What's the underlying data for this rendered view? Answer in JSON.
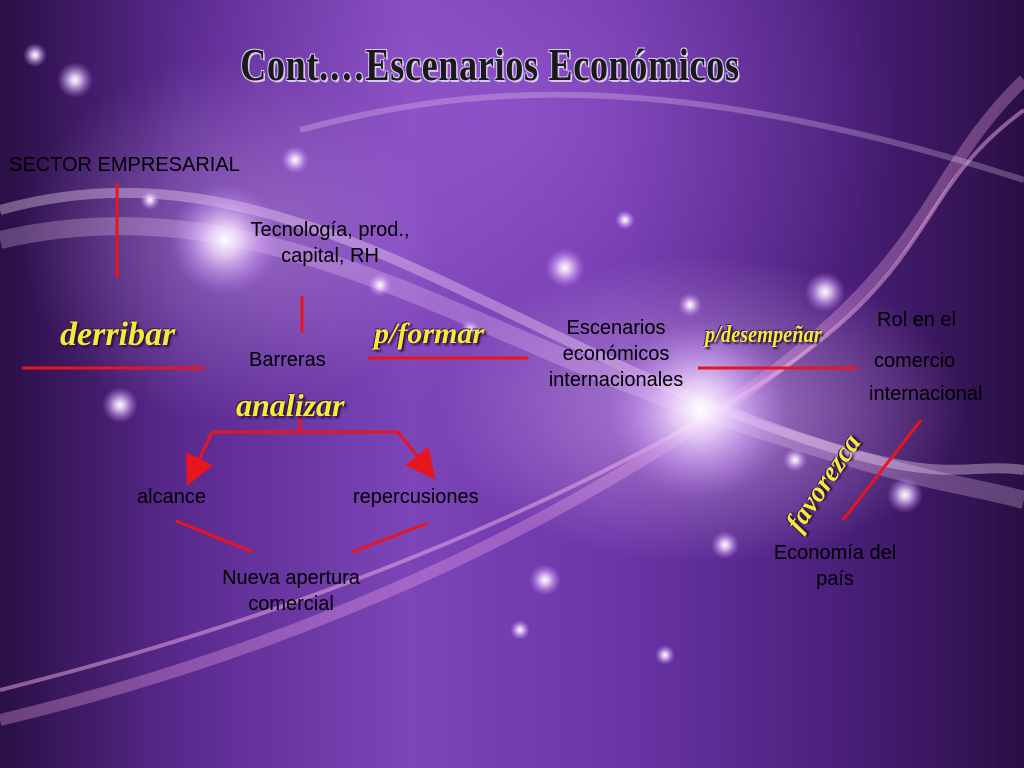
{
  "title": "Cont.…Escenarios Económicos",
  "nodes": {
    "sector": "SECTOR EMPRESARIAL",
    "tecnologia_l1": "Tecnología,  prod.,",
    "tecnologia_l2": "capital, RH",
    "barreras": "Barreras",
    "escenarios_l1": "Escenarios",
    "escenarios_l2": "económicos",
    "escenarios_l3": "internacionales",
    "rol_l1": "Rol en el",
    "rol_l2": "comercio",
    "rol_l3": "internacional",
    "alcance": "alcance",
    "repercusiones": "repercusiones",
    "apertura_l1": "Nueva apertura",
    "apertura_l2": "comercial",
    "economia_l1": "Economía del",
    "economia_l2": "país"
  },
  "verbs": {
    "derribar": "derribar",
    "formar": "p/formar",
    "desempenar": "p/desempeñar",
    "analizar": "analizar",
    "favorezca": "favorezca"
  },
  "colors": {
    "line": "#e8141e",
    "verb": "#f5ec3a",
    "text": "#000000"
  }
}
